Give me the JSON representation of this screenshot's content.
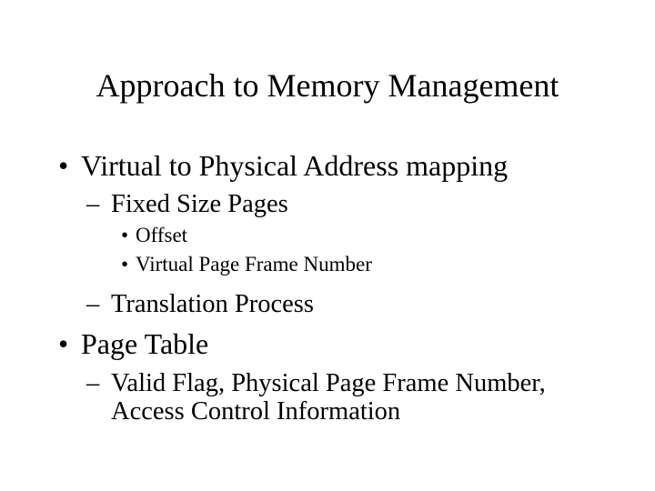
{
  "slide": {
    "title": "Approach to Memory Management",
    "colors": {
      "background": "#ffffff",
      "text": "#000000"
    },
    "bullets": [
      {
        "level": 1,
        "marker": "•",
        "text": "Virtual to Physical Address mapping"
      },
      {
        "level": 2,
        "marker": "–",
        "text": "Fixed Size Pages"
      },
      {
        "level": 3,
        "marker": "•",
        "text": "Offset"
      },
      {
        "level": 3,
        "marker": "•",
        "text": "Virtual Page Frame Number"
      },
      {
        "level": 2,
        "marker": "–",
        "text": "Translation Process"
      },
      {
        "level": 1,
        "marker": "•",
        "text": "Page Table"
      },
      {
        "level": 2,
        "marker": "–",
        "text": "Valid Flag, Physical Page Frame Number, Access Control Information"
      }
    ]
  }
}
